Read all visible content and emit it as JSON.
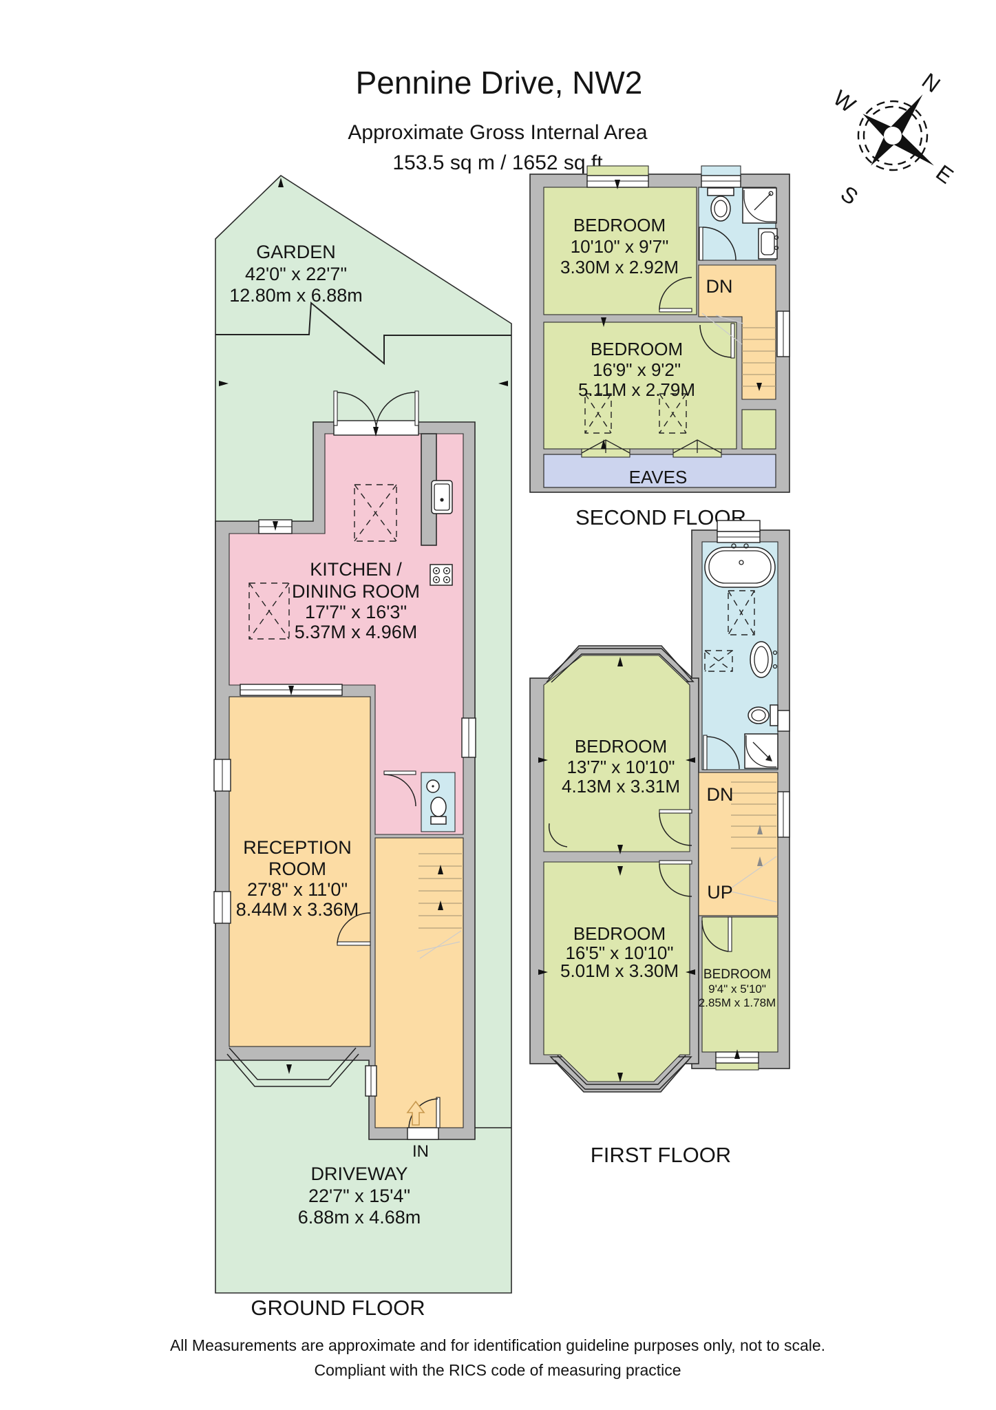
{
  "title": "Pennine Drive, NW2",
  "subtitle": "Approximate Gross Internal Area",
  "area_line": "153.5 sq m /  1652 sq ft",
  "compass": {
    "north": "N",
    "east": "E",
    "south": "S",
    "west": "W"
  },
  "ground_floor": {
    "label": "GROUND FLOOR",
    "garden": {
      "name": "GARDEN",
      "imperial": "42'0\" x 22'7\"",
      "metric": "12.80m x 6.88m"
    },
    "kitchen": {
      "name_line1": "KITCHEN /",
      "name_line2": "DINING ROOM",
      "imperial": "17'7\" x 16'3\"",
      "metric": "5.37M x 4.96M"
    },
    "reception": {
      "name_line1": "RECEPTION",
      "name_line2": "ROOM",
      "imperial": "27'8\" x 11'0\"",
      "metric": "8.44M x 3.36M"
    },
    "driveway": {
      "name": "DRIVEWAY",
      "imperial": "22'7\" x 15'4\"",
      "metric": "6.88m x 4.68m"
    },
    "entrance_label": "IN"
  },
  "second_floor": {
    "label": "SECOND FLOOR",
    "bedroom_front": {
      "name": "BEDROOM",
      "imperial": "10'10\" x 9'7\"",
      "metric": "3.30M x 2.92M"
    },
    "bedroom_rear": {
      "name": "BEDROOM",
      "imperial": "16'9\" x 9'2\"",
      "metric": "5.11M x 2.79M"
    },
    "eaves_label": "EAVES",
    "stairs_down_label": "DN"
  },
  "first_floor": {
    "label": "FIRST FLOOR",
    "bedroom_front": {
      "name": "BEDROOM",
      "imperial": "13'7\" x 10'10\"",
      "metric": "4.13M x 3.31M"
    },
    "bedroom_middle": {
      "name": "BEDROOM",
      "imperial": "16'5\" x 10'10\"",
      "metric": "5.01M x 3.30M"
    },
    "bedroom_small": {
      "name": "BEDROOM",
      "imperial": "9'4\" x 5'10\"",
      "metric": "2.85M x 1.78M"
    },
    "stairs_down_label": "DN",
    "stairs_up_label": "UP"
  },
  "footer": {
    "line1": "All Measurements are approximate and for identification guideline purposes only, not to scale.",
    "line2": "Compliant with the RICS code of measuring practice"
  },
  "colors": {
    "garden_green": "#d8ecd9",
    "room_green": "#dde7ae",
    "kitchen_pink": "#f6c9d5",
    "hall_orange": "#fcdca4",
    "bath_blue": "#cfe9f0",
    "eaves_lavender": "#ccd4ee",
    "wall_gray": "#b9b9b9"
  }
}
